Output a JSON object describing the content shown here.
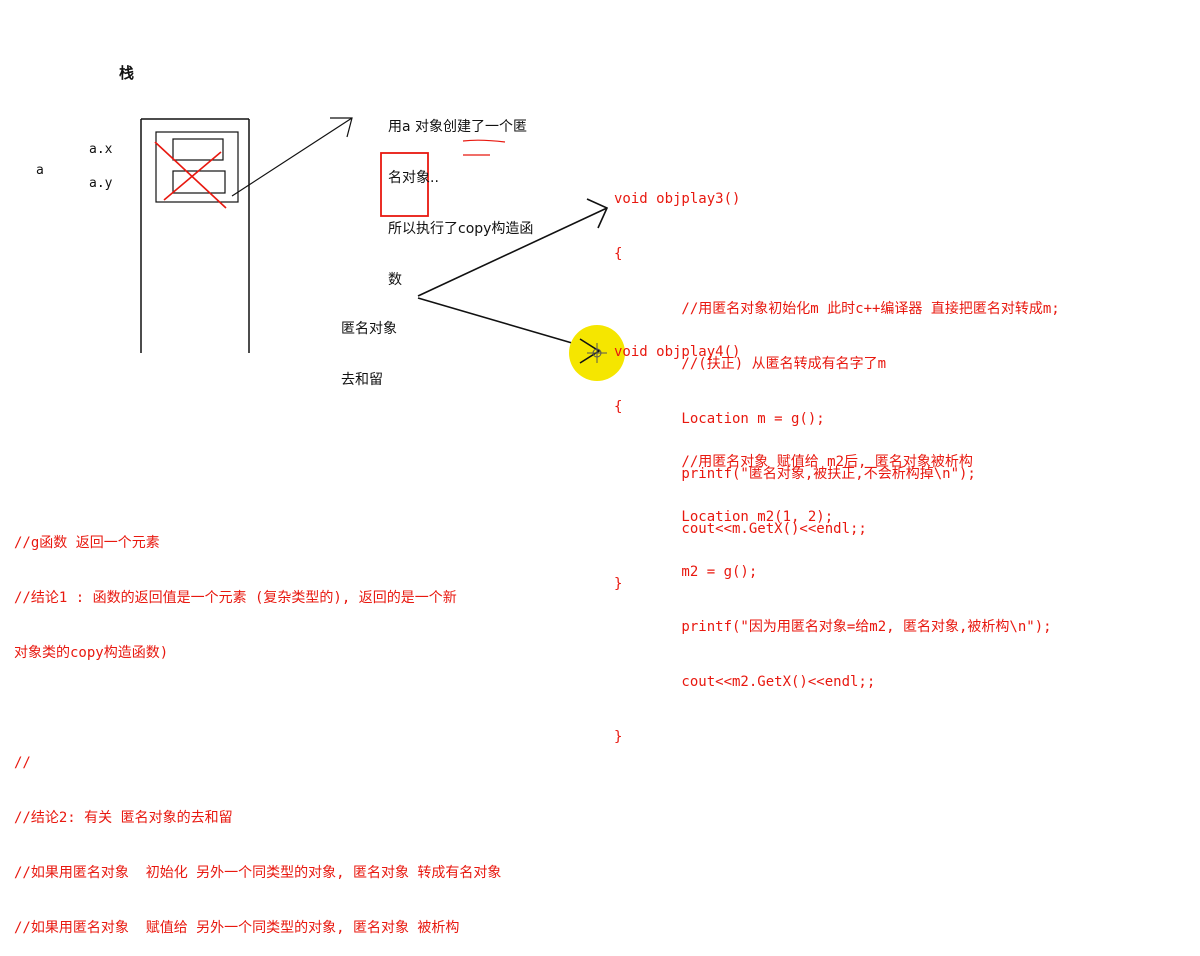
{
  "stack_title": "栈",
  "var_a": "a",
  "field_ax": "a.x",
  "field_ay": "a.y",
  "note_lines": [
    "用a 对象创建了一个匿",
    "名对象..",
    "所以执行了copy构造函",
    "数"
  ],
  "anon_label_lines": [
    "匿名对象",
    "去和留"
  ],
  "code_block_1": [
    "void objplay3()",
    "{",
    "        //用匿名对象初始化m 此时c++编译器 直接把匿名对转成m;",
    "        //(扶正) 从匿名转成有名字了m",
    "        Location m = g();",
    "        printf(\"匿名对象,被扶正,不会析构掉\\n\");",
    "        cout<<m.GetX()<<endl;;",
    "}"
  ],
  "code_block_2": [
    "void objplay4()",
    "{",
    "        //用匿名对象 赋值给 m2后, 匿名对象被析构",
    "        Location m2(1, 2);",
    "        m2 = g();",
    "        printf(\"因为用匿名对象=给m2, 匿名对象,被析构\\n\");",
    "        cout<<m2.GetX()<<endl;;",
    "}"
  ],
  "bottom_comments": [
    "//g函数 返回一个元素",
    "//结论1 : 函数的返回值是一个元素 (复杂类型的), 返回的是一个新",
    "对象类的copy构造函数)",
    "",
    "//",
    "//结论2: 有关 匿名对象的去和留",
    "//如果用匿名对象  初始化 另外一个同类型的对象, 匿名对象 转成有名对象",
    "//如果用匿名对象  赋值给 另外一个同类型的对象, 匿名对象 被析构"
  ],
  "colors": {
    "ink": "#111111",
    "annotation_red": "#e8180f",
    "cursor_highlight": "#f5e600"
  }
}
